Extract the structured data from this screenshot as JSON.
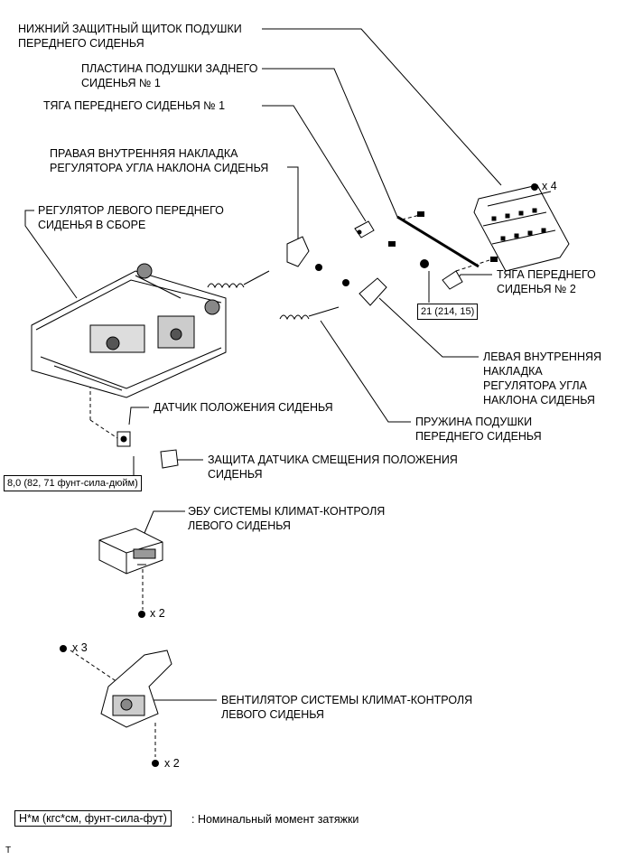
{
  "labels": {
    "lower_shield": "НИЖНИЙ ЗАЩИТНЫЙ ЩИТОК ПОДУШКИ\nПЕРЕДНЕГО СИДЕНЬЯ",
    "rear_plate": "ПЛАСТИНА ПОДУШКИ ЗАДНЕГО\nСИДЕНЬЯ № 1",
    "front_rod_1": "ТЯГА ПЕРЕДНЕГО СИДЕНЬЯ № 1",
    "right_inner_cover": "ПРАВАЯ ВНУТРЕННЯЯ НАКЛАДКА\nРЕГУЛЯТОРА УГЛА НАКЛОНА СИДЕНЬЯ",
    "seat_adjuster": "РЕГУЛЯТОР ЛЕВОГО ПЕРЕДНЕГО\nСИДЕНЬЯ В СБОРЕ",
    "front_rod_2": "ТЯГА ПЕРЕДНЕГО\nСИДЕНЬЯ № 2",
    "left_inner_cover": "ЛЕВАЯ ВНУТРЕННЯЯ\nНАКЛАДКА\nРЕГУЛЯТОРА УГЛА\nНАКЛОНА СИДЕНЬЯ",
    "seat_position_sensor": "ДАТЧИК ПОЛОЖЕНИЯ СИДЕНЬЯ",
    "cushion_spring": "ПРУЖИНА ПОДУШКИ\nПЕРЕДНЕГО СИДЕНЬЯ",
    "sensor_protector": "ЗАЩИТА ДАТЧИКА СМЕЩЕНИЯ ПОЛОЖЕНИЯ\nСИДЕНЬЯ",
    "climate_ecu": "ЭБУ СИСТЕМЫ КЛИМАТ-КОНТРОЛЯ\nЛЕВОГО СИДЕНЬЯ",
    "climate_fan": "ВЕНТИЛЯТОР СИСТЕМЫ КЛИМАТ-КОНТРОЛЯ\nЛЕВОГО СИДЕНЬЯ"
  },
  "torques": {
    "rod_bolt": "21 (214, 15)",
    "sensor_bolt": "8,0 (82, 71 фунт-сила-дюйм)"
  },
  "counts": {
    "shield_clips": "x 4",
    "ecu_bolts": "x 2",
    "fan_screws_top": "x 3",
    "fan_bolts_bottom": "x 2"
  },
  "legend": {
    "unit": "Н*м (кгс*см, фунт-сила-фут)",
    "description": ": Номинальный момент затяжки"
  },
  "footer_mark": "T"
}
